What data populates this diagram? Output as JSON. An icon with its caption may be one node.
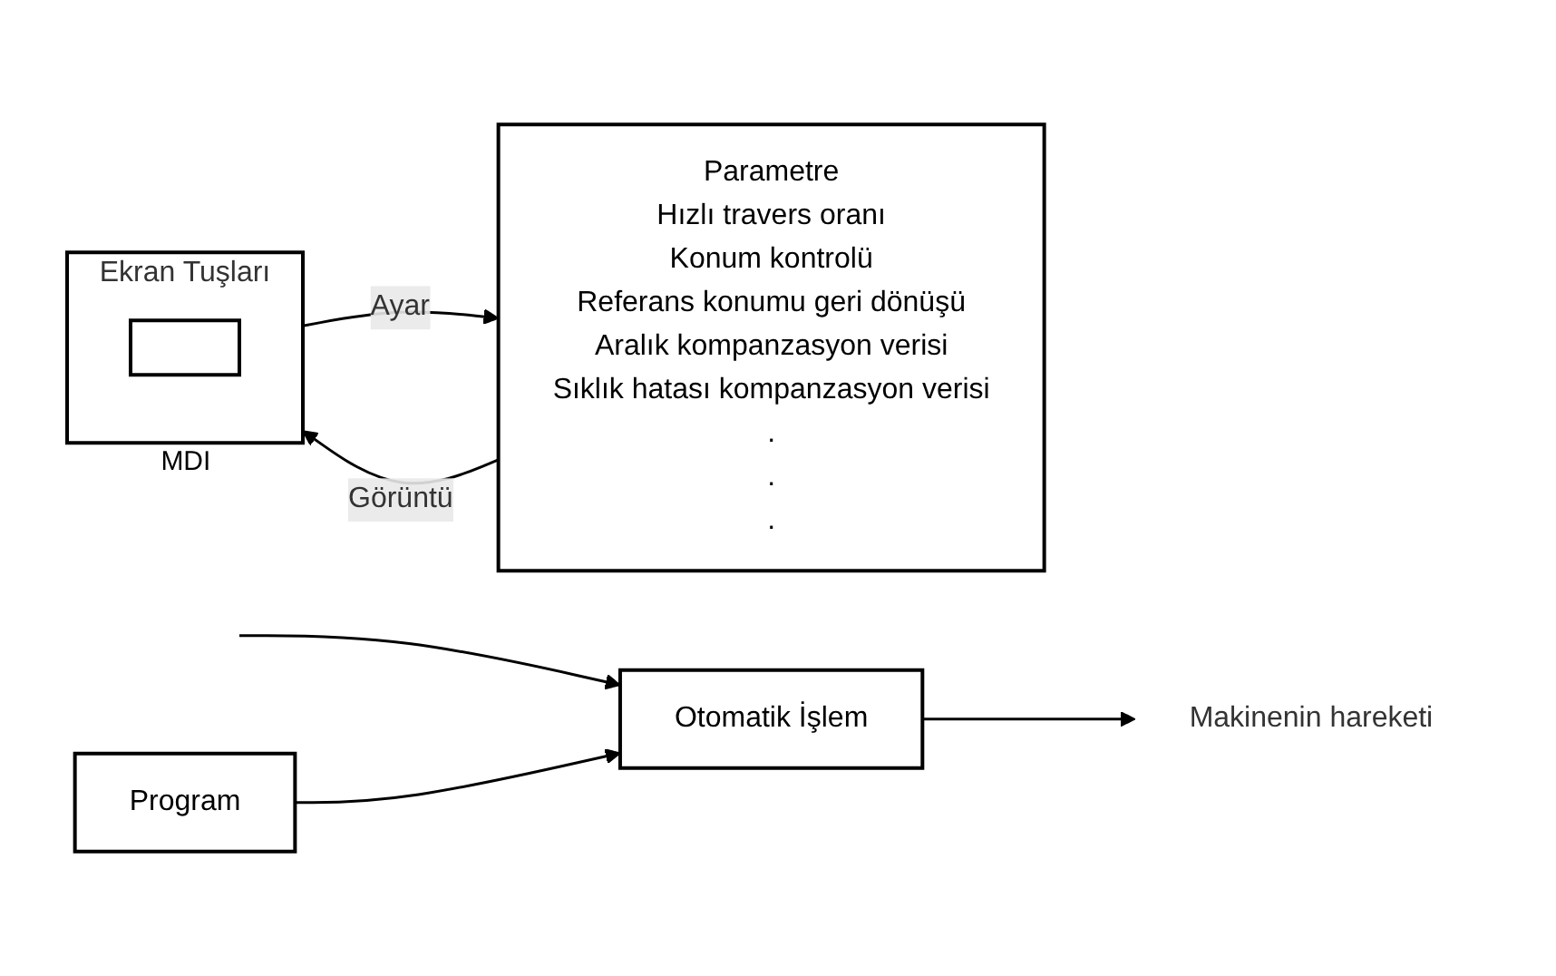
{
  "diagram": {
    "nodes": [
      {
        "text": [
          "Ekran Tuşları"
        ],
        "beside": [
          "MDI"
        ]
      },
      {
        "text": [],
        "shape": "box",
        "in": 0
      },
      {
        "text": [
          "Parametre",
          "Hızlı travers oranı",
          "Konum kontrolü",
          "Referans konumu geri dönüşü",
          "Aralık kompanzasyon verisi",
          "Sıklık hatası kompanzasyon verisi",
          ".",
          ".",
          "."
        ]
      },
      {
        "text": [
          "Program"
        ]
      },
      {
        "text": [
          "Otomatik İşlem"
        ]
      },
      {
        "text": [
          "Makinenin hareketi"
        ]
      }
    ],
    "edges": [
      {
        "from": 0,
        "to": 2,
        "arrow": "to",
        "label": "Ayar"
      },
      {
        "from": 2,
        "to": 0,
        "arrow": "to",
        "label": "Görüntü"
      },
      {
        "from": null,
        "to": 4,
        "arrow": "to"
      },
      {
        "from": 3,
        "to": 4,
        "arrow": "to"
      },
      {
        "from": 4,
        "to": 5,
        "arrow": "to"
      }
    ]
  }
}
